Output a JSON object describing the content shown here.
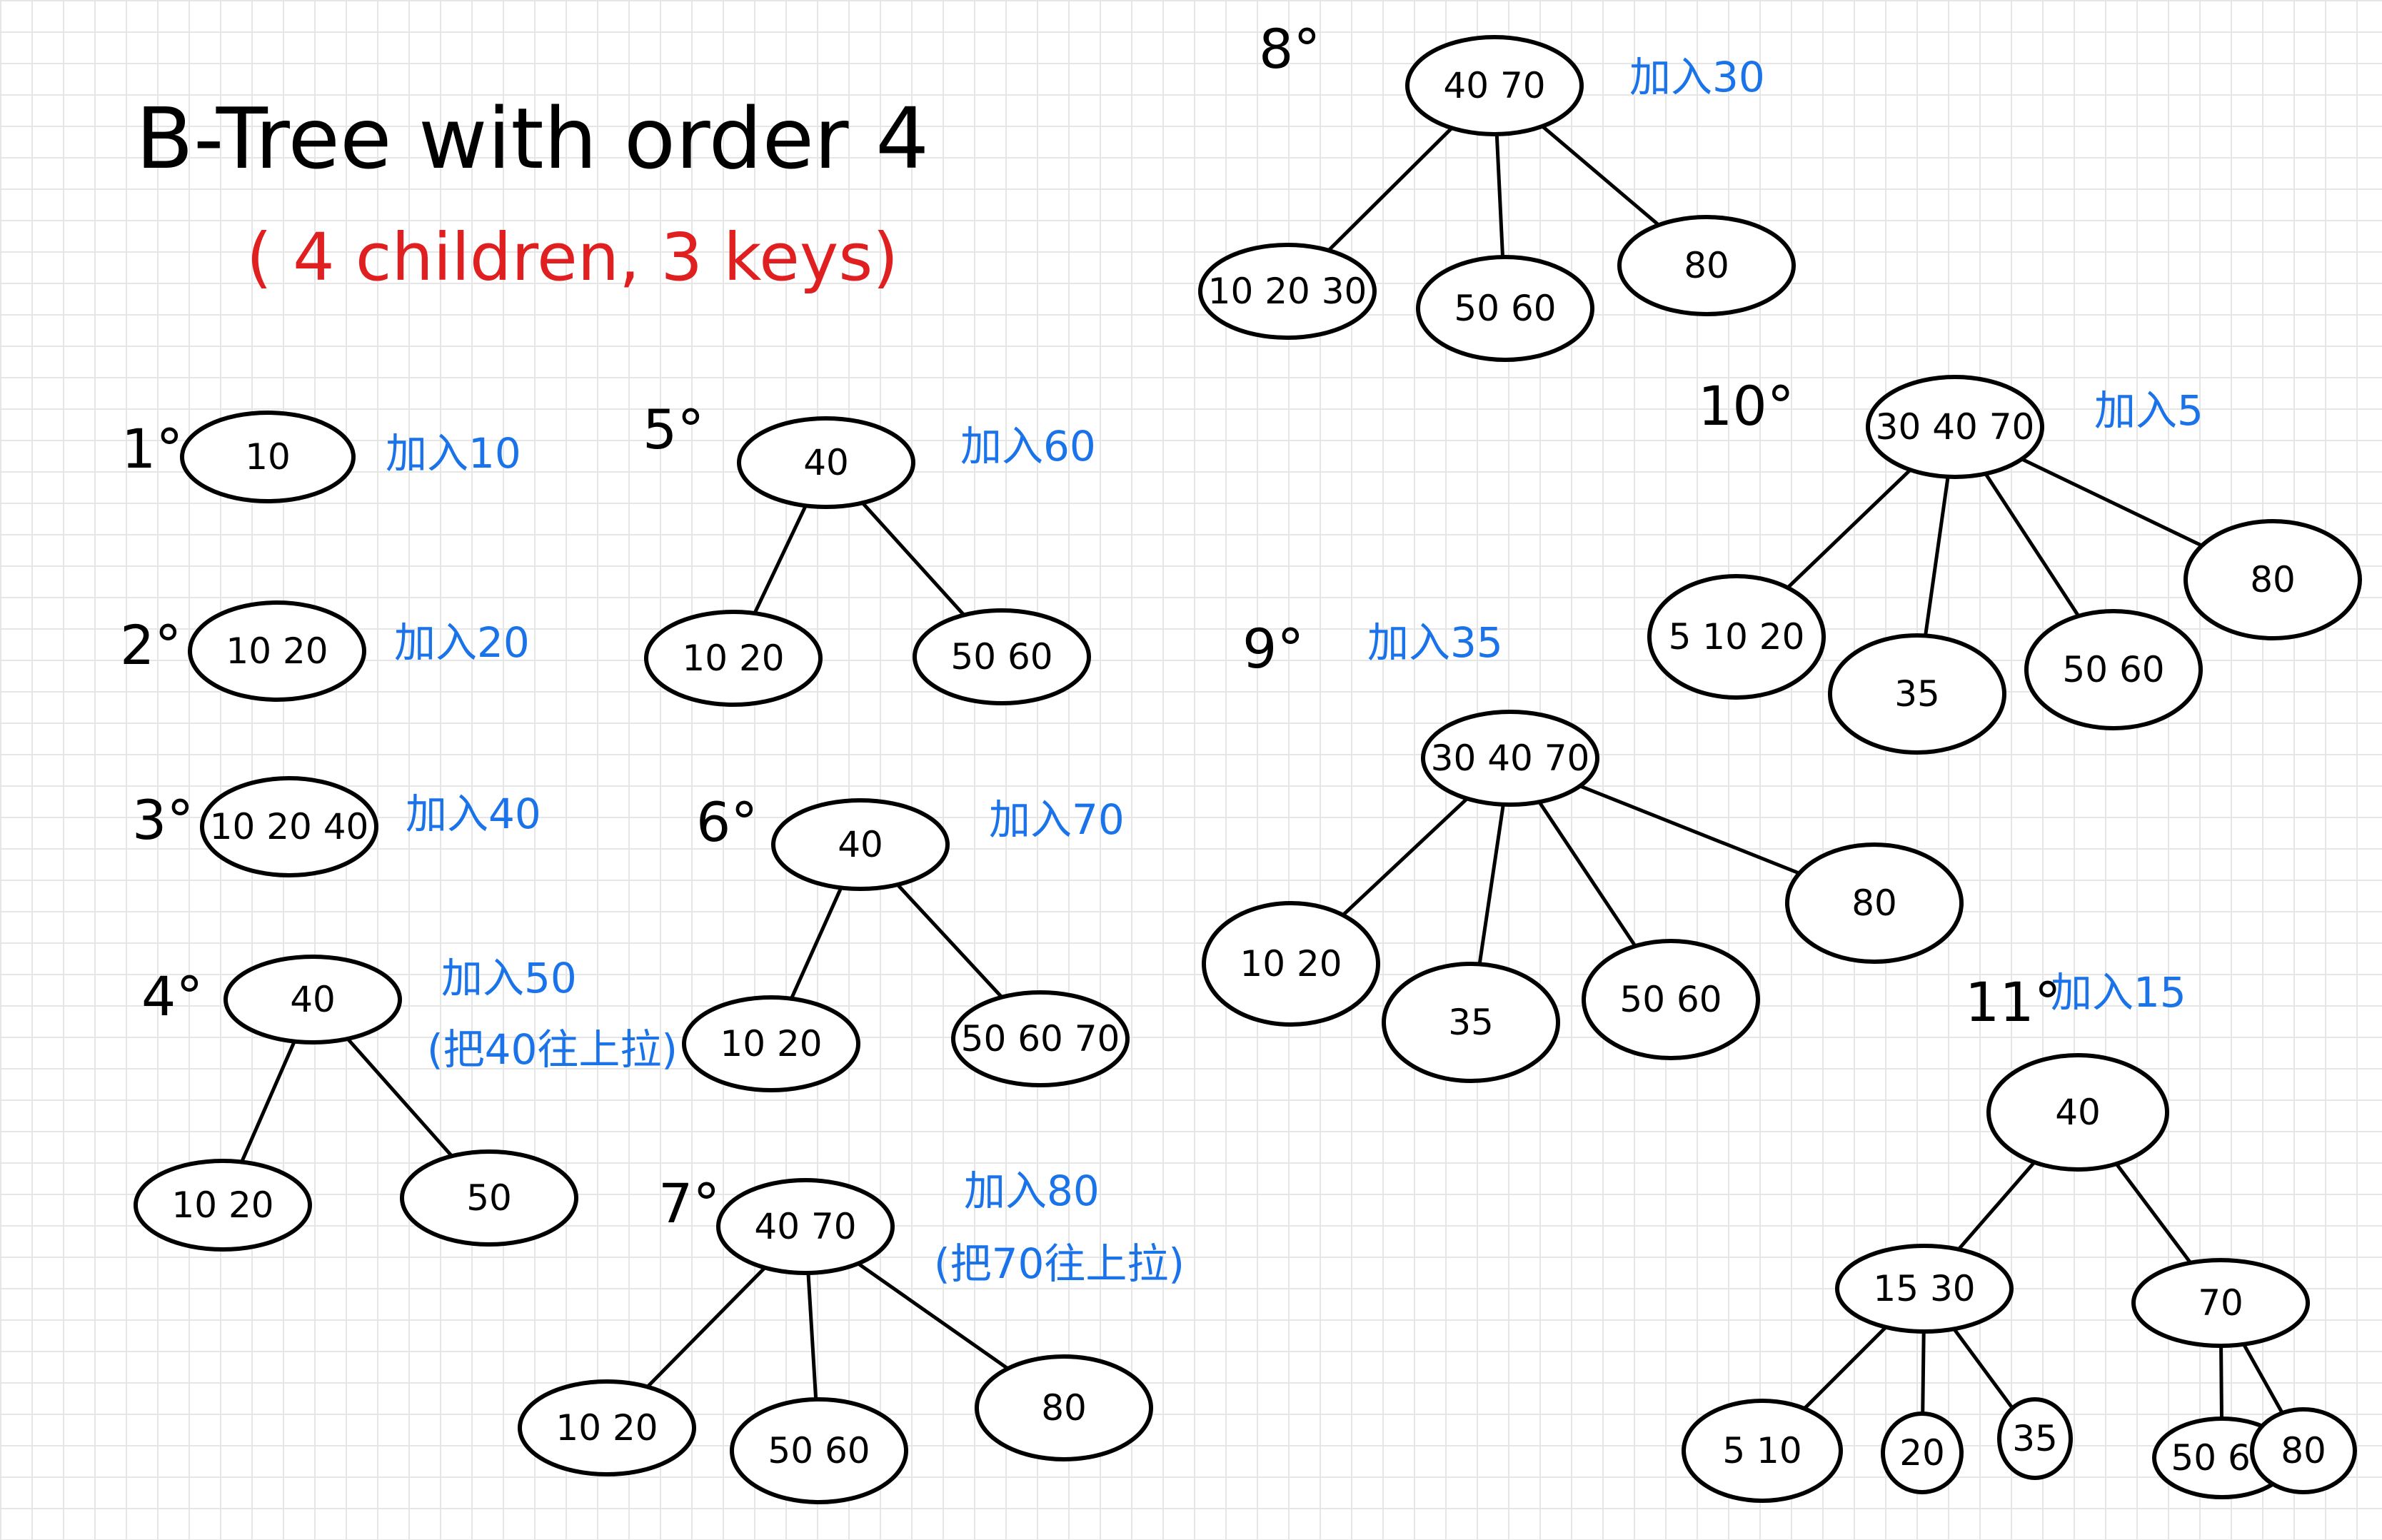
{
  "title": "B-Tree with order 4",
  "subtitle": "( 4  children,  3 keys)",
  "colors": {
    "ink": "#000000",
    "note": "#1a73e8",
    "subtitle": "#e02020",
    "grid": "#e6e6e6"
  },
  "steps": [
    {
      "label": "1°",
      "note": "加入10",
      "nodes": [
        {
          "keys": "10"
        }
      ],
      "edges": []
    },
    {
      "label": "2°",
      "note": "加入20",
      "nodes": [
        {
          "keys": "10 20"
        }
      ],
      "edges": []
    },
    {
      "label": "3°",
      "note": "加入40",
      "nodes": [
        {
          "keys": "10 20 40"
        }
      ],
      "edges": []
    },
    {
      "label": "4°",
      "note": "加入50",
      "note2": "(把40往上拉)",
      "nodes": [
        {
          "keys": "40"
        },
        {
          "keys": "10 20"
        },
        {
          "keys": "50"
        }
      ],
      "edges": [
        [
          0,
          1
        ],
        [
          0,
          2
        ]
      ]
    },
    {
      "label": "5°",
      "note": "加入60",
      "nodes": [
        {
          "keys": "40"
        },
        {
          "keys": "10 20"
        },
        {
          "keys": "50 60"
        }
      ],
      "edges": [
        [
          0,
          1
        ],
        [
          0,
          2
        ]
      ]
    },
    {
      "label": "6°",
      "note": "加入70",
      "nodes": [
        {
          "keys": "40"
        },
        {
          "keys": "10 20"
        },
        {
          "keys": "50 60 70"
        }
      ],
      "edges": [
        [
          0,
          1
        ],
        [
          0,
          2
        ]
      ]
    },
    {
      "label": "7°",
      "note": "加入80",
      "note2": "(把70往上拉)",
      "nodes": [
        {
          "keys": "40 70"
        },
        {
          "keys": "10 20"
        },
        {
          "keys": "50 60"
        },
        {
          "keys": "80"
        }
      ],
      "edges": [
        [
          0,
          1
        ],
        [
          0,
          2
        ],
        [
          0,
          3
        ]
      ]
    },
    {
      "label": "8°",
      "note": "加入30",
      "nodes": [
        {
          "keys": "40 70"
        },
        {
          "keys": "10 20 30"
        },
        {
          "keys": "50 60"
        },
        {
          "keys": "80"
        }
      ],
      "edges": [
        [
          0,
          1
        ],
        [
          0,
          2
        ],
        [
          0,
          3
        ]
      ]
    },
    {
      "label": "9°",
      "note": "加入35",
      "nodes": [
        {
          "keys": "30 40 70"
        },
        {
          "keys": "10 20"
        },
        {
          "keys": "35"
        },
        {
          "keys": "50 60"
        },
        {
          "keys": "80"
        }
      ],
      "edges": [
        [
          0,
          1
        ],
        [
          0,
          2
        ],
        [
          0,
          3
        ],
        [
          0,
          4
        ]
      ]
    },
    {
      "label": "10°",
      "note": "加入5",
      "nodes": [
        {
          "keys": "30 40 70"
        },
        {
          "keys": "5 10 20"
        },
        {
          "keys": "35"
        },
        {
          "keys": "50 60"
        },
        {
          "keys": "80"
        }
      ],
      "edges": [
        [
          0,
          1
        ],
        [
          0,
          2
        ],
        [
          0,
          3
        ],
        [
          0,
          4
        ]
      ]
    },
    {
      "label": "11°",
      "note": "加入15",
      "nodes": [
        {
          "keys": "40"
        },
        {
          "keys": "15 30"
        },
        {
          "keys": "70"
        },
        {
          "keys": "5 10"
        },
        {
          "keys": "20"
        },
        {
          "keys": "35"
        },
        {
          "keys": "50 60"
        },
        {
          "keys": "80"
        }
      ],
      "edges": [
        [
          0,
          1
        ],
        [
          0,
          2
        ],
        [
          1,
          3
        ],
        [
          1,
          4
        ],
        [
          1,
          5
        ],
        [
          2,
          6
        ],
        [
          2,
          7
        ]
      ]
    }
  ]
}
